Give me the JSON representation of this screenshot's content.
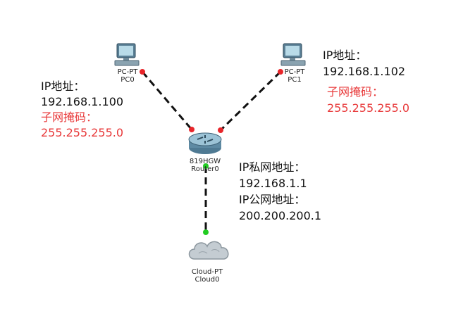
{
  "devices": {
    "pc0": {
      "type": "PC-PT",
      "name": "PC0"
    },
    "pc1": {
      "type": "PC-PT",
      "name": "PC1"
    },
    "router": {
      "type": "819HGW",
      "name": "Router0"
    },
    "cloud": {
      "type": "Cloud-PT",
      "name": "Cloud0"
    }
  },
  "notes": {
    "pc0": {
      "ip_label": "IP地址：",
      "ip": "192.168.1.100",
      "mask_label": "子网掩码：",
      "mask": "255.255.255.0"
    },
    "pc1": {
      "ip_label": "IP地址：",
      "ip": "192.168.1.102",
      "mask_label": "子网掩码：",
      "mask": "255.255.255.0"
    },
    "router": {
      "private_label": "IP私网地址：",
      "private_ip": "192.168.1.1",
      "public_label": "IP公网地址：",
      "public_ip": "200.200.200.1"
    }
  },
  "colors": {
    "link_down": "#e8252a",
    "link_up": "#22cc22",
    "mask_text": "#e8393a"
  }
}
